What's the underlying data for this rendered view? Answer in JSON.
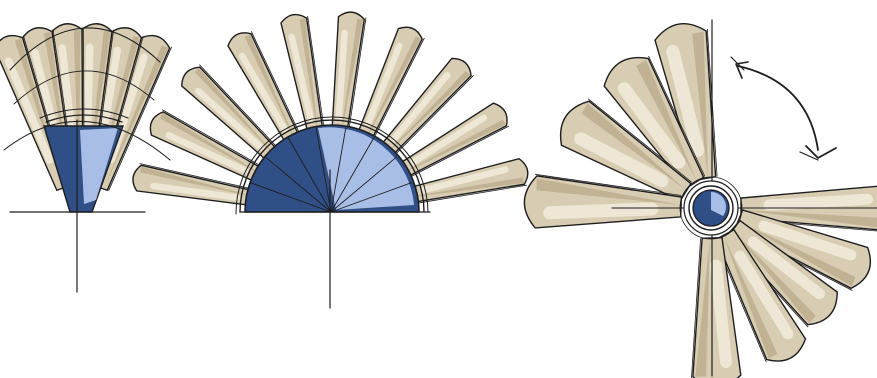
{
  "figure": {
    "panels": [
      {
        "id": "folded-fan",
        "blade_count": 6
      },
      {
        "id": "half-open-fan",
        "blade_count": 10
      },
      {
        "id": "rotating-fan",
        "blade_count": 9,
        "gesture": "rotate"
      }
    ]
  },
  "colors": {
    "background": "#ffffff",
    "blade_fill": "#d8cdb3",
    "blade_shade": "#b8a888",
    "blade_highlight": "#eee7d6",
    "hub_dark": "#2f4f86",
    "hub_light": "#a9bee6",
    "ink": "#1e1e1e"
  },
  "icons": {
    "arrow": "curved-double-arrow-icon"
  }
}
